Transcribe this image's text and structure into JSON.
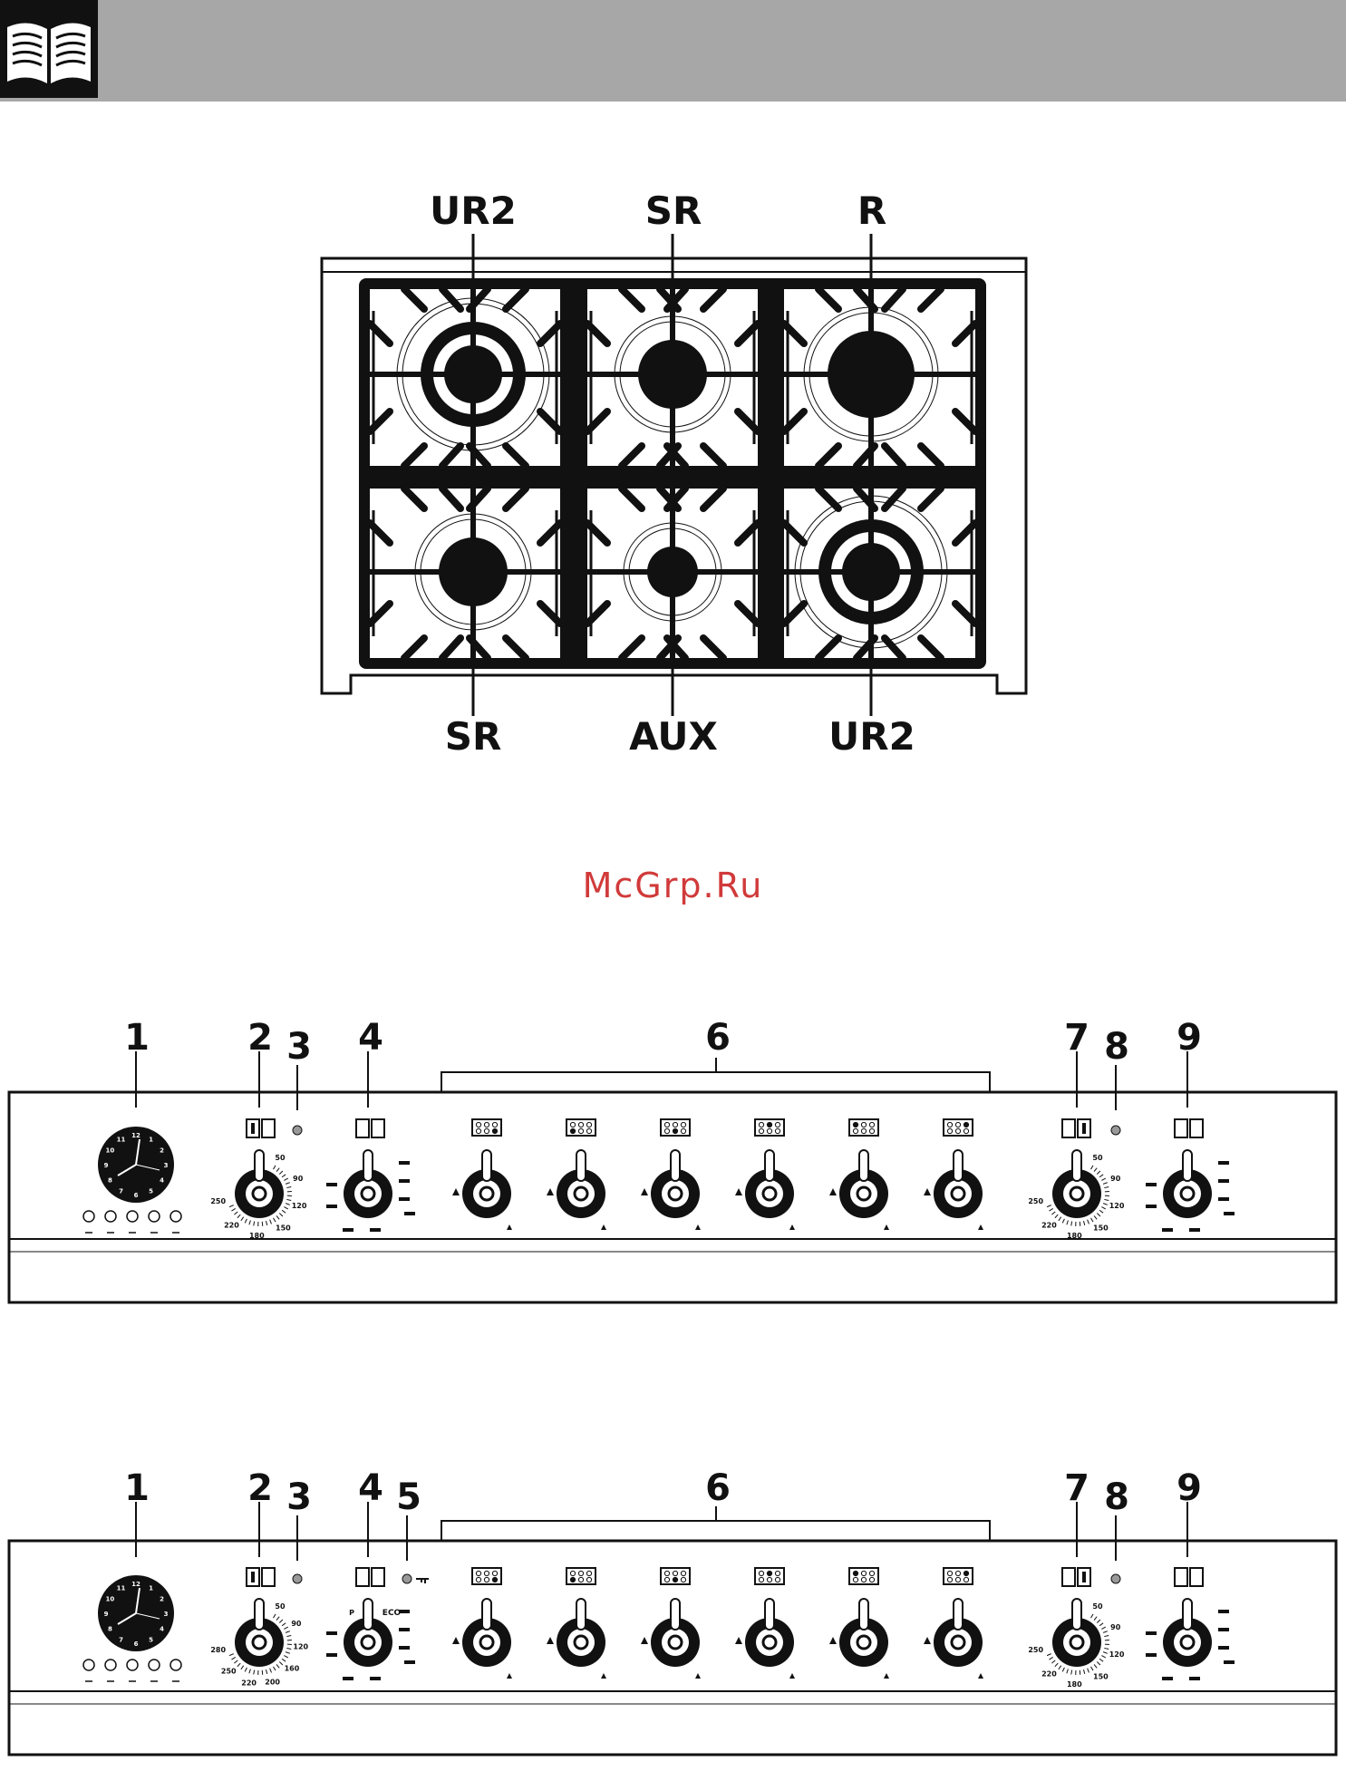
{
  "header": {
    "icon": "open-book-icon",
    "background": "#a7a7a7"
  },
  "hob": {
    "top_labels": [
      "UR2",
      "SR",
      "R"
    ],
    "bottom_labels": [
      "SR",
      "AUX",
      "UR2"
    ]
  },
  "watermark": {
    "text": "McGrp.Ru",
    "color": "#d13a3a"
  },
  "panel_1": {
    "callouts": [
      "1",
      "2",
      "3",
      "4",
      "6",
      "7",
      "8",
      "9"
    ],
    "thermostat_left": [
      "50",
      "90",
      "120",
      "150",
      "180",
      "220",
      "250"
    ],
    "thermostat_right": [
      "50",
      "90",
      "120",
      "150",
      "180",
      "220",
      "250"
    ]
  },
  "panel_2": {
    "callouts": [
      "1",
      "2",
      "3",
      "4",
      "5",
      "6",
      "7",
      "8",
      "9"
    ],
    "thermostat_left": [
      "50",
      "90",
      "120",
      "160",
      "200",
      "220",
      "250",
      "280"
    ],
    "selector_marks": [
      "P",
      "ECO"
    ],
    "thermostat_right": [
      "50",
      "90",
      "120",
      "150",
      "180",
      "220",
      "250"
    ]
  },
  "clock_numerals": [
    "12",
    "1",
    "2",
    "3",
    "4",
    "5",
    "6",
    "7",
    "8",
    "9",
    "10",
    "11"
  ]
}
